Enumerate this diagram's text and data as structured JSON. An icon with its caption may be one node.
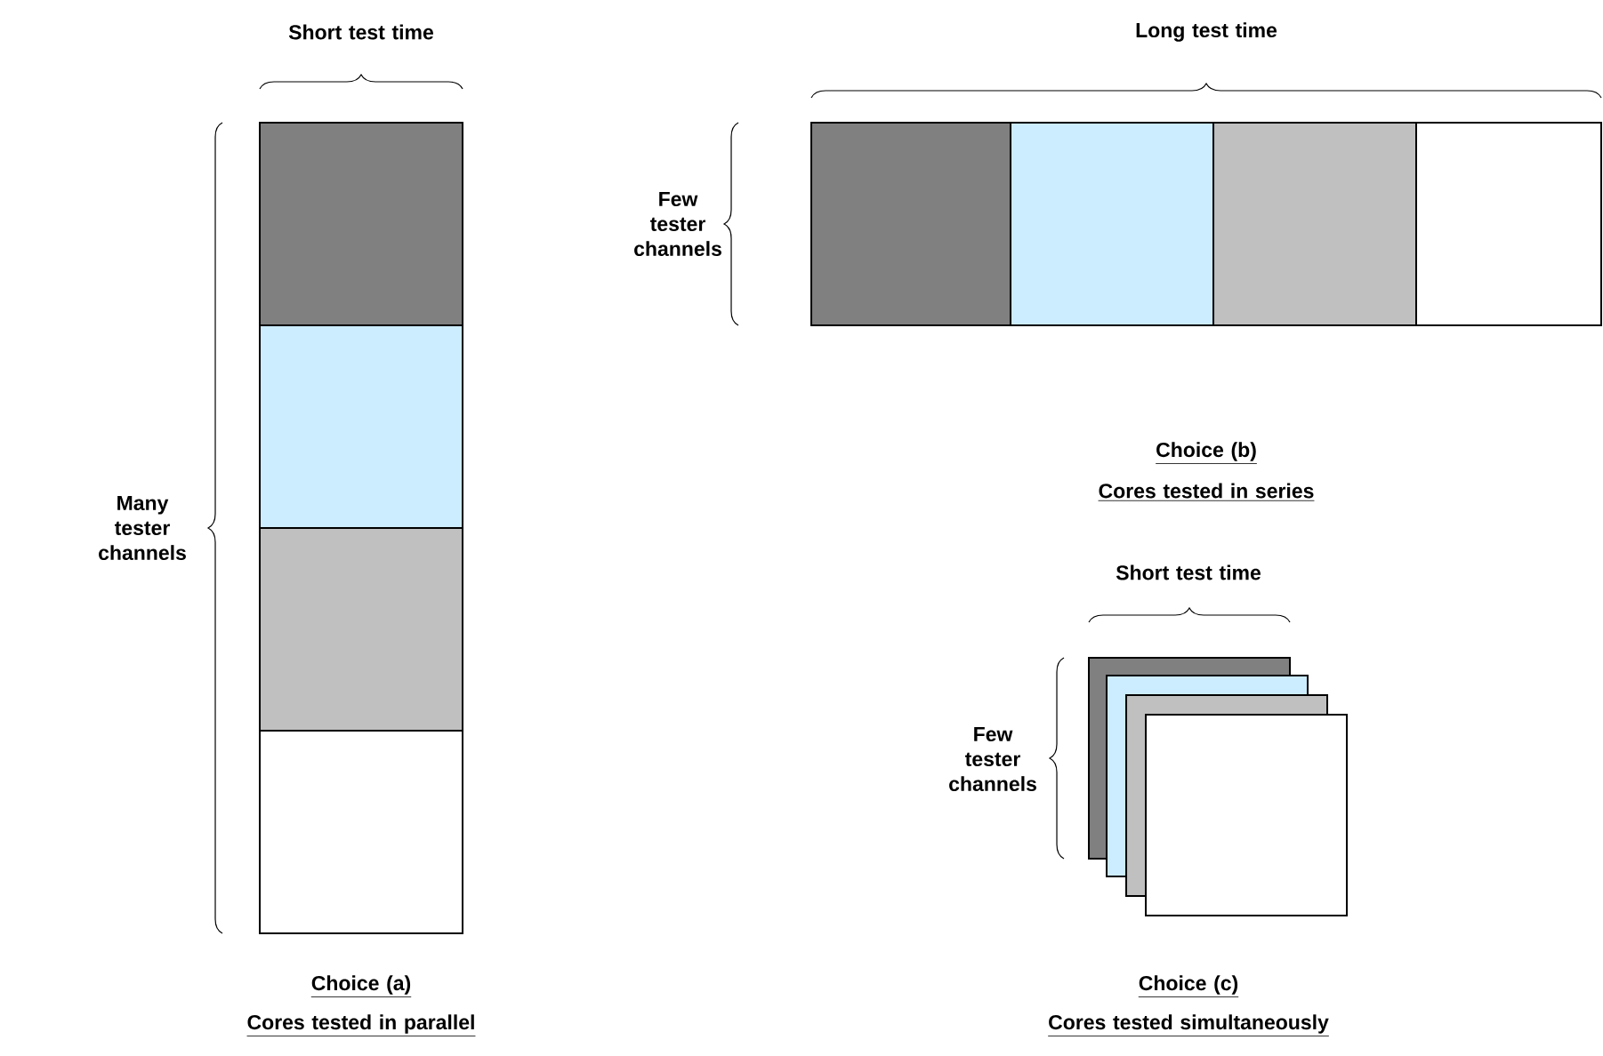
{
  "diagram": {
    "nodes": [
      {
        "text": [],
        "shape": "box"
      },
      {
        "text": [],
        "shape": "box"
      },
      {
        "text": [],
        "shape": "box"
      },
      {
        "text": [],
        "shape": "box"
      },
      {
        "text": [],
        "shape": "box"
      },
      {
        "text": [],
        "shape": "box"
      },
      {
        "text": [],
        "shape": "box"
      },
      {
        "text": [],
        "shape": "box"
      },
      {
        "text": [],
        "shape": "box"
      },
      {
        "text": [],
        "shape": "box"
      },
      {
        "text": [],
        "shape": "box"
      },
      {
        "text": [],
        "shape": "box"
      }
    ],
    "labels": [
      "Short test time",
      "Long test time",
      "Many tester channels",
      "Few tester channels",
      "Choice (b)",
      "Cores tested in series",
      "Short test time",
      "Few tester channels",
      "Choice (a)",
      "Cores tested in parallel",
      "Choice (c)",
      "Cores tested simultaneously"
    ]
  }
}
